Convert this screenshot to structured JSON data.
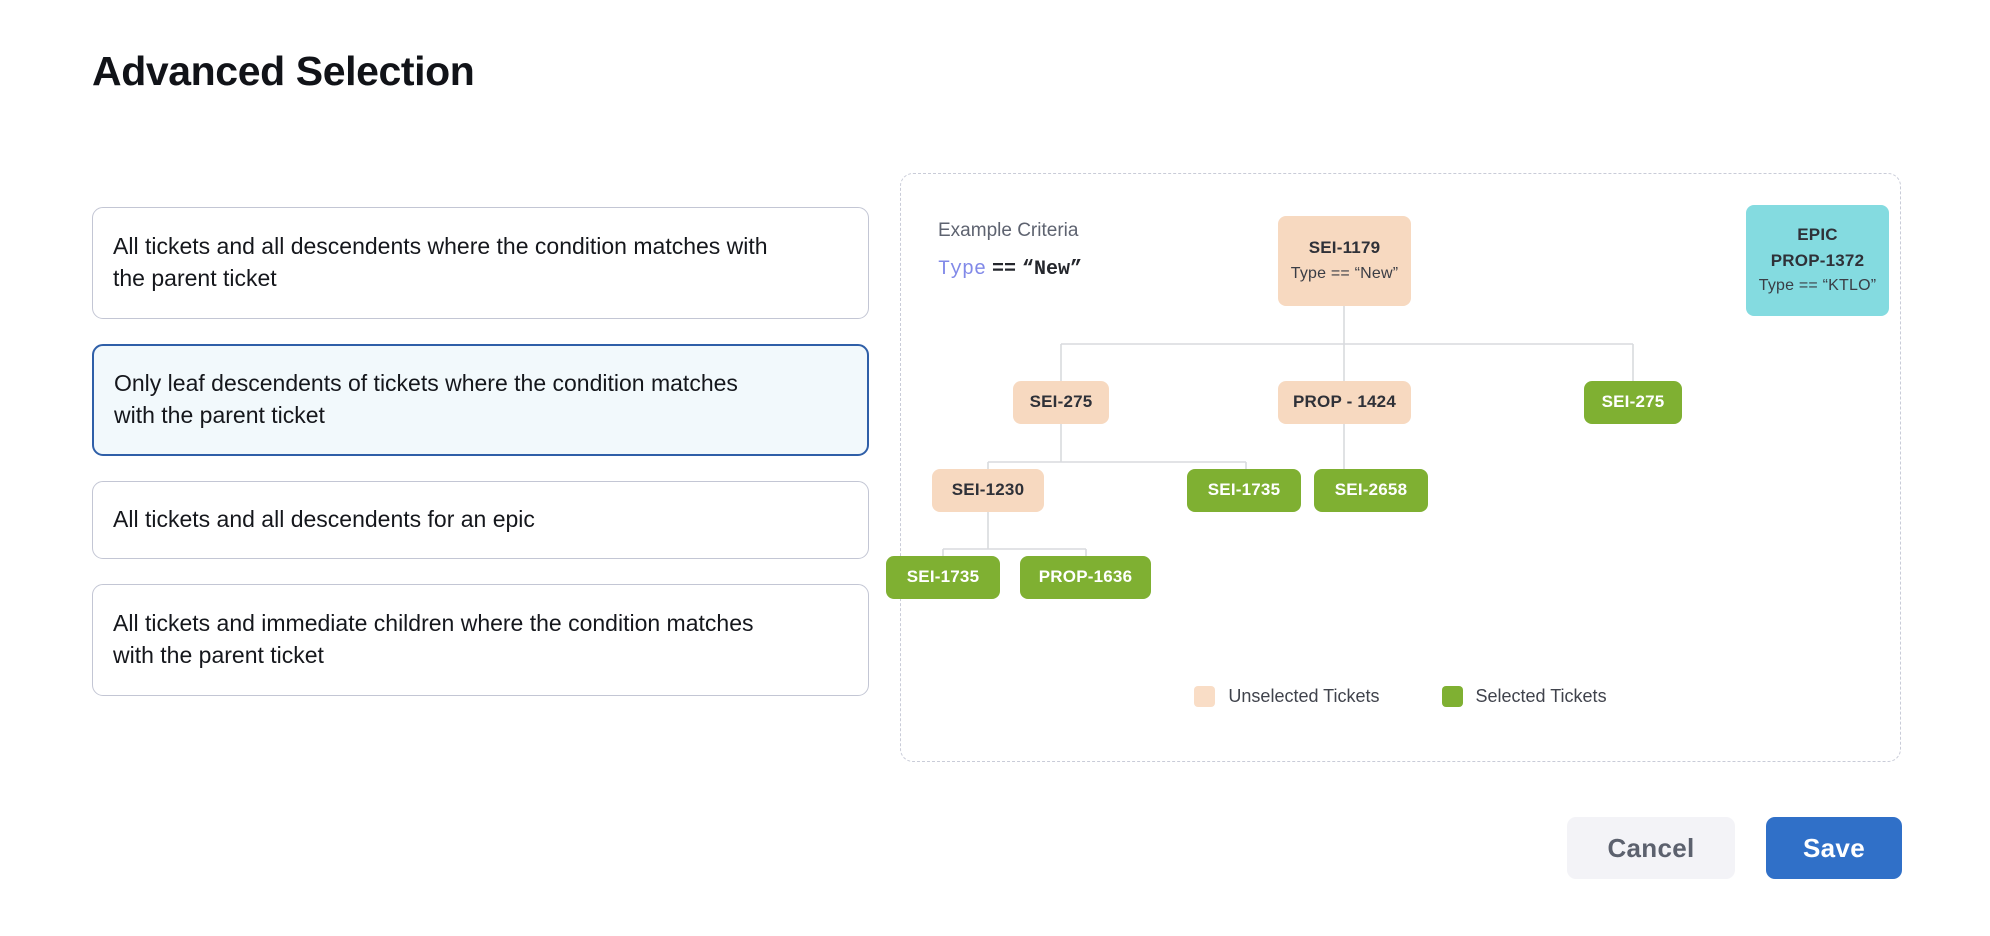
{
  "page": {
    "title": "Advanced Selection"
  },
  "options": [
    {
      "label": "All tickets and all descendents where the condition matches with the parent ticket",
      "selected": false,
      "lines": 2
    },
    {
      "label": "Only leaf descendents of tickets where the condition matches with the parent ticket",
      "selected": true,
      "lines": 2
    },
    {
      "label": "All tickets and all descendents for an epic",
      "selected": false,
      "lines": 1
    },
    {
      "label": "All tickets and immediate children where the condition matches with the parent ticket",
      "selected": false,
      "lines": 2
    }
  ],
  "diagram": {
    "criteria_title": "Example Criteria",
    "criteria": {
      "field": "Type",
      "operator": "==",
      "value": "“New”"
    },
    "nodes": [
      {
        "id": "root",
        "line1": "SEI-1179",
        "line2": "Type == “New”",
        "state": "unselected"
      },
      {
        "id": "epic",
        "line1": "EPIC",
        "line2": "PROP-1372",
        "line3": "Type == “KTLO”",
        "state": "epic"
      },
      {
        "id": "c1",
        "line1": "SEI-275",
        "state": "unselected"
      },
      {
        "id": "c2",
        "line1": "PROP - 1424",
        "state": "unselected"
      },
      {
        "id": "c3",
        "line1": "SEI-275",
        "state": "selected"
      },
      {
        "id": "g1",
        "line1": "SEI-1230",
        "state": "unselected"
      },
      {
        "id": "g2",
        "line1": "SEI-1735",
        "state": "selected"
      },
      {
        "id": "g3",
        "line1": "SEI-2658",
        "state": "selected"
      },
      {
        "id": "l1",
        "line1": "SEI-1735",
        "state": "selected"
      },
      {
        "id": "l2",
        "line1": "PROP-1636",
        "state": "selected"
      }
    ],
    "legend": [
      {
        "label": "Unselected Tickets",
        "color": "#f9ddc6"
      },
      {
        "label": "Selected Tickets",
        "color": "#7fb032"
      }
    ]
  },
  "footer": {
    "cancel_label": "Cancel",
    "save_label": "Save"
  },
  "colors": {
    "accent": "#3070c8",
    "selected_card_border": "#2f5fa8",
    "selected_card_bg": "#f2f9fc",
    "unselected_node": "#f7d9c0",
    "selected_node": "#7fb032",
    "epic_node": "#84dbe0",
    "criteria_keyword": "#8189e8",
    "connector": "#d8dade"
  }
}
